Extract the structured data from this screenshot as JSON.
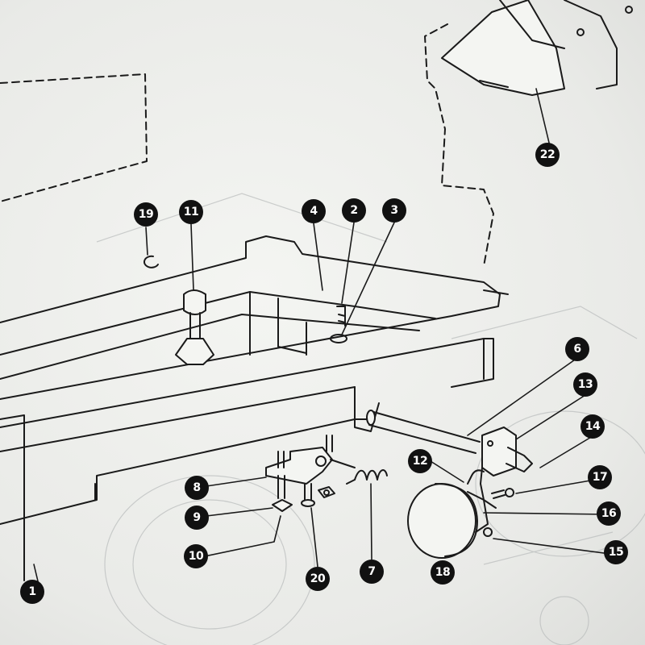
{
  "callouts": [
    {
      "id": "1",
      "label": "1"
    },
    {
      "id": "2",
      "label": "2"
    },
    {
      "id": "3",
      "label": "3"
    },
    {
      "id": "4",
      "label": "4"
    },
    {
      "id": "6",
      "label": "6"
    },
    {
      "id": "7",
      "label": "7"
    },
    {
      "id": "8",
      "label": "8"
    },
    {
      "id": "9",
      "label": "9"
    },
    {
      "id": "10",
      "label": "10"
    },
    {
      "id": "11",
      "label": "11"
    },
    {
      "id": "12",
      "label": "12"
    },
    {
      "id": "13",
      "label": "13"
    },
    {
      "id": "14",
      "label": "14"
    },
    {
      "id": "15",
      "label": "15"
    },
    {
      "id": "16",
      "label": "16"
    },
    {
      "id": "17",
      "label": "17"
    },
    {
      "id": "18",
      "label": "18"
    },
    {
      "id": "19",
      "label": "19"
    },
    {
      "id": "20",
      "label": "20"
    },
    {
      "id": "22",
      "label": "22"
    }
  ],
  "colors": {
    "ink": "#1a1a1a",
    "paper": "#eeefec",
    "callout_fill": "#111111",
    "callout_text": "#ffffff"
  }
}
